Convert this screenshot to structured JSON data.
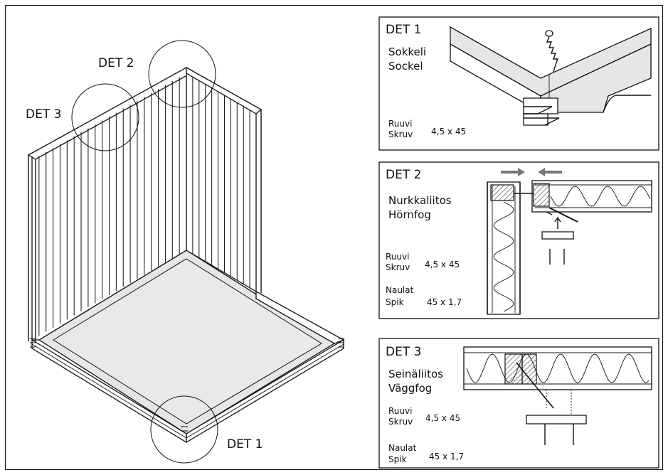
{
  "main_drawing": {
    "callouts": [
      "DET 2",
      "DET 3",
      "DET 1"
    ]
  },
  "det1": {
    "title": "DET 1",
    "name_fi": "Sokkeli",
    "name_sv": "Sockel",
    "fastener_fi": "Ruuvi",
    "fastener_sv": "Skruv",
    "fastener_size": "4,5 x 45"
  },
  "det2": {
    "title": "DET 2",
    "name_fi": "Nurkkaliitos",
    "name_sv": "Hörnfog",
    "screw_fi": "Ruuvi",
    "screw_sv": "Skruv",
    "screw_size": "4,5 x 45",
    "nail_fi": "Naulat",
    "nail_sv": "Spik",
    "nail_size": "45 x 1,7"
  },
  "det3": {
    "title": "DET 3",
    "name_fi": "Seinäliitos",
    "name_sv": "Väggfog",
    "screw_fi": "Ruuvi",
    "screw_sv": "Skruv",
    "screw_size": "4,5 x 45",
    "nail_fi": "Naulat",
    "nail_sv": "Spik",
    "nail_size": "45 x 1,7"
  }
}
